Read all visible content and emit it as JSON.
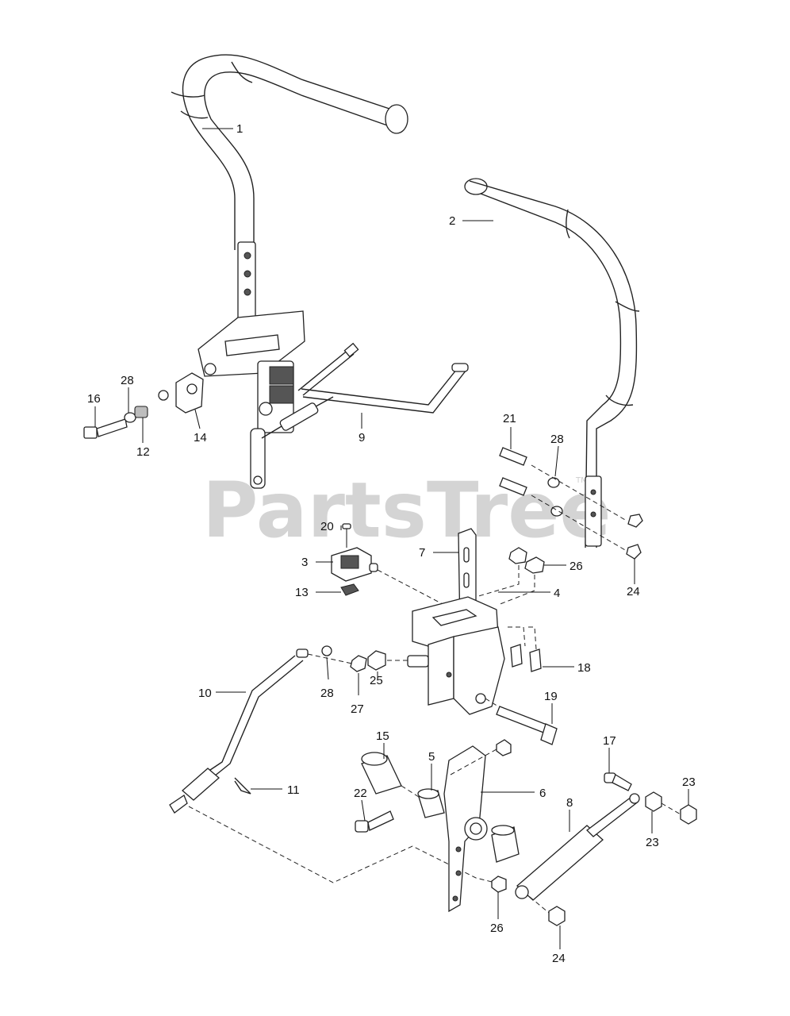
{
  "watermark": {
    "text": "PartsTree",
    "tm": "TM"
  },
  "callouts": [
    {
      "id": "c1",
      "label": "1"
    },
    {
      "id": "c2",
      "label": "2"
    },
    {
      "id": "c16",
      "label": "16"
    },
    {
      "id": "c28a",
      "label": "28"
    },
    {
      "id": "c12",
      "label": "12"
    },
    {
      "id": "c14",
      "label": "14"
    },
    {
      "id": "c9",
      "label": "9"
    },
    {
      "id": "c21",
      "label": "21"
    },
    {
      "id": "c28b",
      "label": "28"
    },
    {
      "id": "c20",
      "label": "20"
    },
    {
      "id": "c3",
      "label": "3"
    },
    {
      "id": "c13",
      "label": "13"
    },
    {
      "id": "c7",
      "label": "7"
    },
    {
      "id": "c26a",
      "label": "26"
    },
    {
      "id": "c24a",
      "label": "24"
    },
    {
      "id": "c4",
      "label": "4"
    },
    {
      "id": "c18",
      "label": "18"
    },
    {
      "id": "c10",
      "label": "10"
    },
    {
      "id": "c28c",
      "label": "28"
    },
    {
      "id": "c27",
      "label": "27"
    },
    {
      "id": "c25",
      "label": "25"
    },
    {
      "id": "c19",
      "label": "19"
    },
    {
      "id": "c15",
      "label": "15"
    },
    {
      "id": "c5",
      "label": "5"
    },
    {
      "id": "c6",
      "label": "6"
    },
    {
      "id": "c17",
      "label": "17"
    },
    {
      "id": "c23a",
      "label": "23"
    },
    {
      "id": "c23b",
      "label": "23"
    },
    {
      "id": "c11",
      "label": "11"
    },
    {
      "id": "c22",
      "label": "22"
    },
    {
      "id": "c8",
      "label": "8"
    },
    {
      "id": "c26b",
      "label": "26"
    },
    {
      "id": "c24b",
      "label": "24"
    }
  ]
}
